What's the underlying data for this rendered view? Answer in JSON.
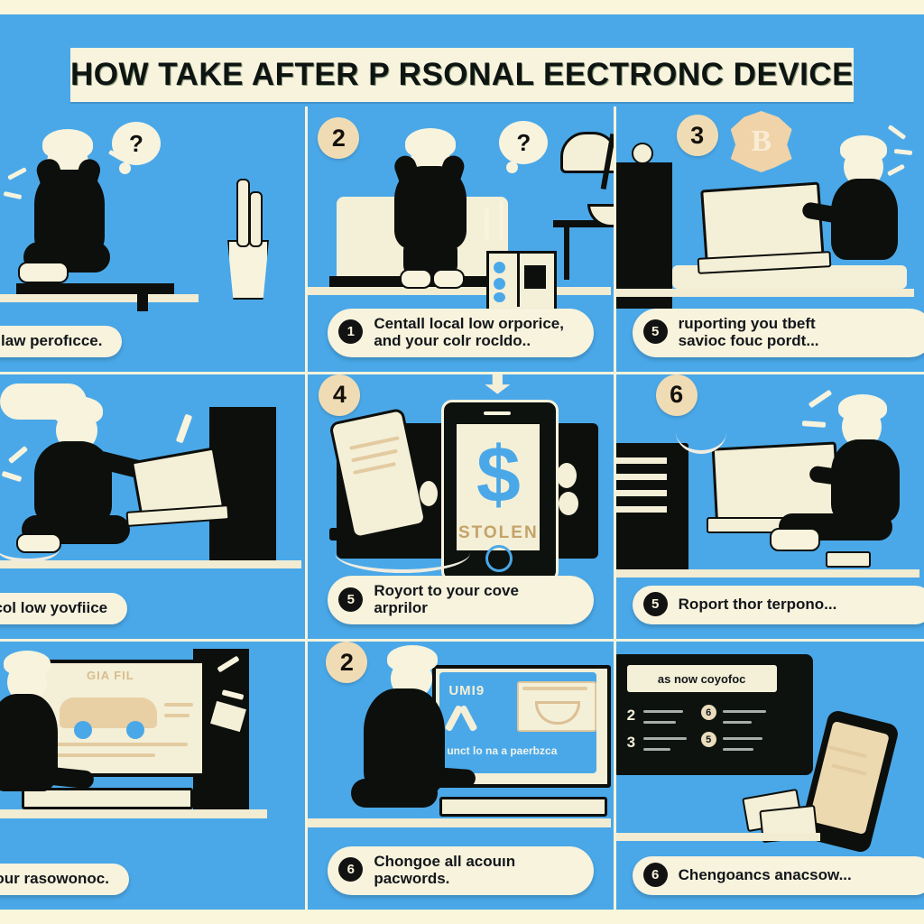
{
  "poster": {
    "title": "HOW TAKE AFTER P RSONAL EECTRONC DEVICE",
    "background_color": "#faf6dc",
    "field_color": "#4aa8e8",
    "ink_color": "#0d0f0c",
    "cream_color": "#f7f3dd",
    "accent_tan": "#f0dcb4"
  },
  "panels": [
    {
      "id": "panel-1",
      "step_chip": "",
      "bubble": "?",
      "caption": {
        "badge": "",
        "text": "rtocal law perofıcce."
      },
      "scene": "person-sitting-head-in-hands-with-plant"
    },
    {
      "id": "panel-2",
      "step_chip": "2",
      "bubble": "?",
      "caption": {
        "badge": "1",
        "text": "Centall local low orporice,\nand your colr rocldo.."
      },
      "scene": "person-on-couch-with-lamp-desk-notebook"
    },
    {
      "id": "panel-3",
      "step_chip": "3",
      "shield_glyph": "B",
      "caption": {
        "badge": "5",
        "text": "ruporting you tbeft\nsavioc fouc pordt..."
      },
      "scene": "person-with-laptop-on-bed"
    },
    {
      "id": "panel-4",
      "step_chip": "",
      "caption": {
        "badge": "",
        "text": "ıe loccol low yovfiice"
      },
      "scene": "person-on-floor-with-laptop-thought-bubble"
    },
    {
      "id": "panel-5",
      "step_chip": "4",
      "caption": {
        "badge": "5",
        "text": "Royort to your cove arprilor"
      },
      "phone": {
        "symbol": "$",
        "label": "STOLEN"
      },
      "scene": "two-phones-one-showing-stolen-screen"
    },
    {
      "id": "panel-6",
      "step_chip": "6",
      "caption": {
        "badge": "5",
        "text": "Roport thor terpono..."
      },
      "scene": "person-sitting-with-laptop-and-tower"
    },
    {
      "id": "panel-7",
      "step_chip": "",
      "caption": {
        "badge": "",
        "text": "end your rasowonoc."
      },
      "monitor": {
        "title": "GIA FIL"
      },
      "scene": "person-at-monitor-showing-car-listing"
    },
    {
      "id": "panel-8",
      "step_chip": "2",
      "caption": {
        "badge": "6",
        "text": "Chongoe all acouın pacwords."
      },
      "monitor": {
        "title": "UMI9",
        "subtitle": "unct lo na a paerbzca"
      },
      "scene": "person-hunched-at-monitor"
    },
    {
      "id": "panel-9",
      "step_chip": "",
      "caption": {
        "badge": "6",
        "text": "Chengoancs anacsow..."
      },
      "monitor": {
        "header": "as now coyofoc",
        "rows": [
          {
            "num": "2",
            "chip": "6"
          },
          {
            "num": "3",
            "chip": "5"
          }
        ]
      },
      "scene": "dark-monitor-with-list-and-phone"
    }
  ]
}
